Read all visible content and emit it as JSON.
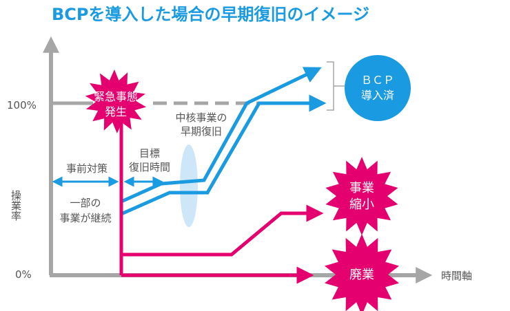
{
  "title": "BCPを導入した場合の早期復旧のイメージ",
  "axis": {
    "y_label": "操業率",
    "y_100": "100%",
    "y_0": "0%",
    "x_label": "時間軸"
  },
  "labels": {
    "emergency_1": "緊急事態",
    "emergency_2": "発生",
    "core_1": "中核事業の",
    "core_2": "早期復旧",
    "target_1": "目標",
    "target_2": "復旧時間",
    "pre_measures": "事前対策",
    "partial_1": "一部の",
    "partial_2": "事業が継続"
  },
  "badges": {
    "bcp_1": "ＢＣＰ",
    "bcp_2": "導入済",
    "shrink_1": "事業",
    "shrink_2": "縮小",
    "closure": "廃業"
  },
  "colors": {
    "title": "#1a9ae0",
    "blue": "#1a9ae0",
    "magenta": "#e4006e",
    "axis": "#a6a6a6",
    "text": "#555555"
  }
}
